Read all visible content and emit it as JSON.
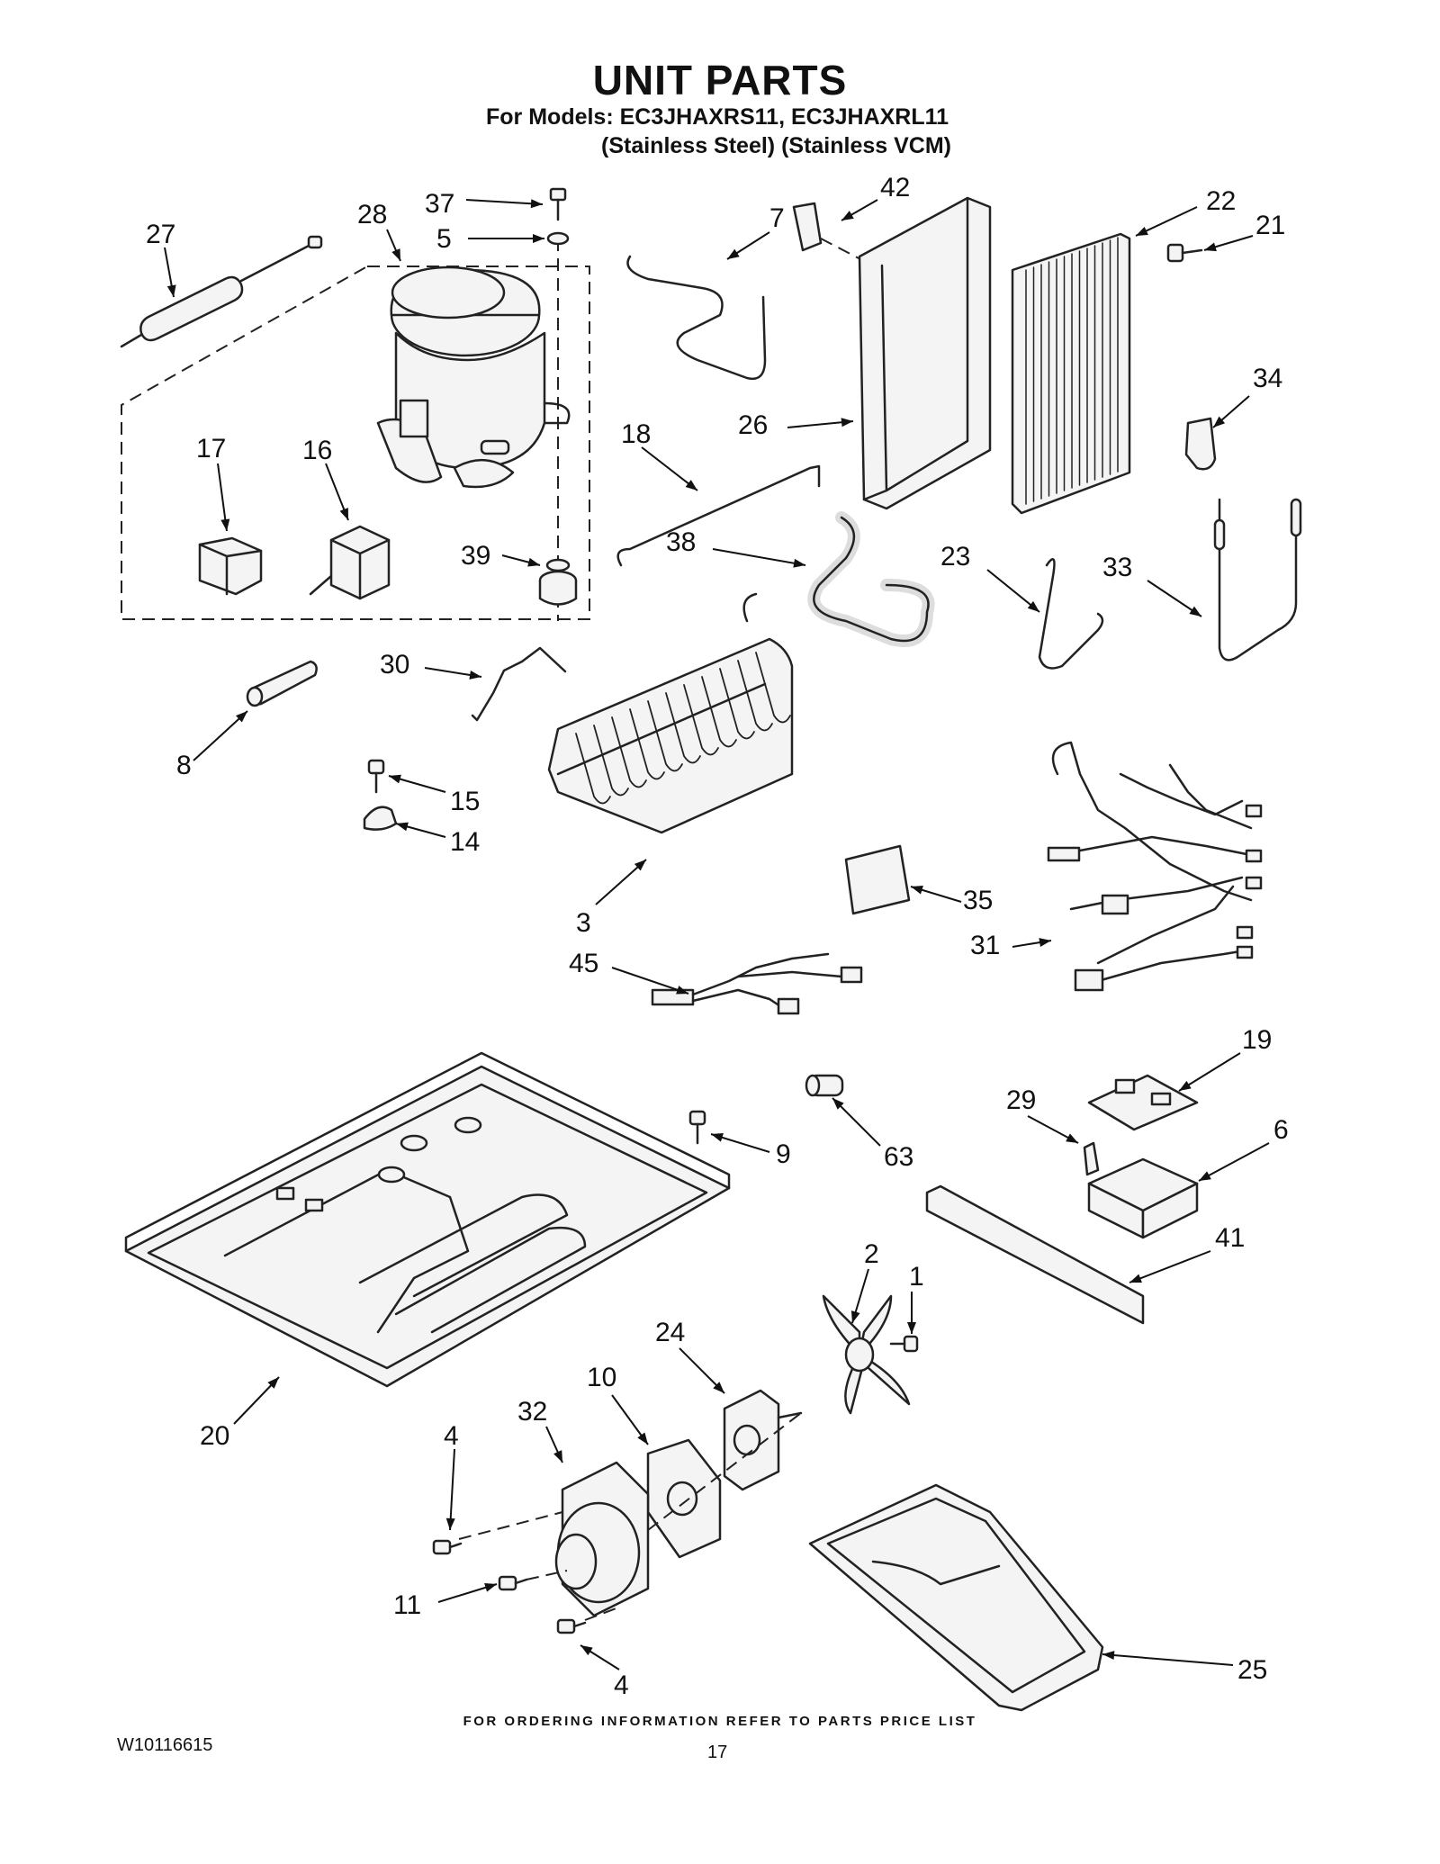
{
  "header": {
    "title": "UNIT PARTS",
    "models_line": "For Models: EC3JHAXRS11, EC3JHAXRL11",
    "finish_line": "(Stainless Steel)  (Stainless VCM)"
  },
  "callouts": [
    "27",
    "28",
    "37",
    "5",
    "7",
    "42",
    "22",
    "21",
    "17",
    "16",
    "39",
    "18",
    "26",
    "34",
    "38",
    "23",
    "33",
    "30",
    "8",
    "15",
    "14",
    "3",
    "35",
    "31",
    "45",
    "19",
    "29",
    "6",
    "9",
    "63",
    "41",
    "2",
    "1",
    "24",
    "10",
    "32",
    "20",
    "4",
    "11",
    "4",
    "25"
  ],
  "footer": {
    "ordering_note": "FOR ORDERING INFORMATION REFER TO PARTS PRICE LIST",
    "doc_number": "W10116615",
    "page_number": "17"
  }
}
